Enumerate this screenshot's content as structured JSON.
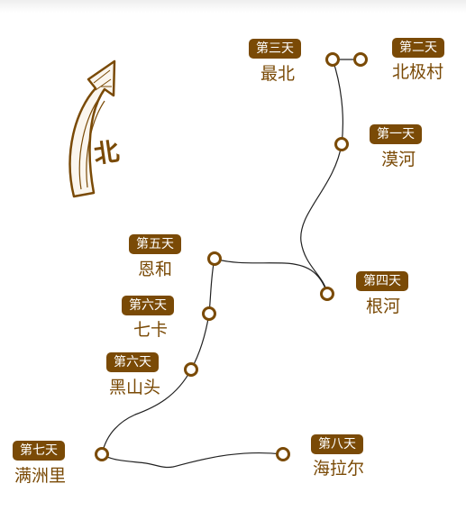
{
  "compass": {
    "label": "北",
    "icon": "north-arrow-icon"
  },
  "colors": {
    "accent": "#7a4a06",
    "route": "#222222",
    "badge_text": "#ffffff"
  },
  "stops": [
    {
      "id": "beiji",
      "day": "第二天",
      "place": "北极村"
    },
    {
      "id": "zuibei",
      "day": "第三天",
      "place": "最北"
    },
    {
      "id": "mohe",
      "day": "第一天",
      "place": "漠河"
    },
    {
      "id": "genhe",
      "day": "第四天",
      "place": "根河"
    },
    {
      "id": "enhe",
      "day": "第五天",
      "place": "恩和"
    },
    {
      "id": "qika",
      "day": "第六天",
      "place": "七卡"
    },
    {
      "id": "heishantou",
      "day": "第六天",
      "place": "黑山头"
    },
    {
      "id": "manzhouli",
      "day": "第七天",
      "place": "满洲里"
    },
    {
      "id": "hailar",
      "day": "第八天",
      "place": "海拉尔"
    }
  ]
}
